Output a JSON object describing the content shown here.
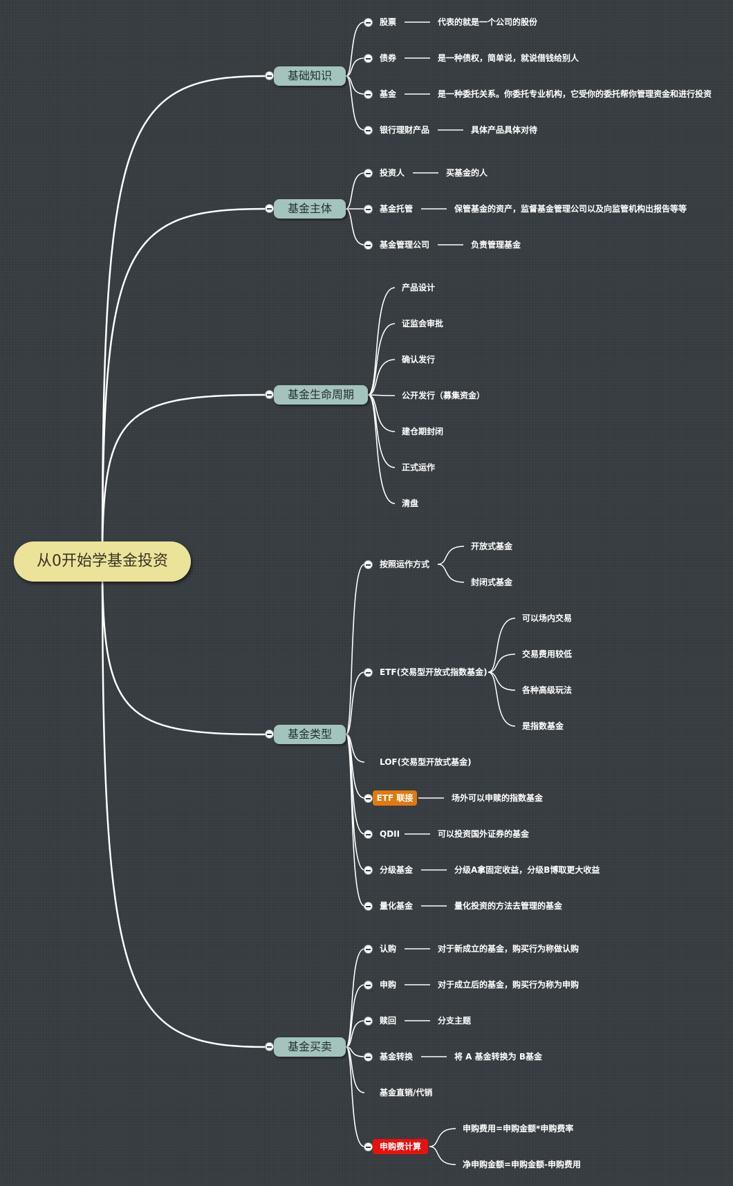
{
  "root": "从0开始学基金投资",
  "sections": {
    "basics": {
      "title": "基础知识",
      "stocks": {
        "label": "股票",
        "note": "代表的就是一个公司的股份"
      },
      "bonds": {
        "label": "债券",
        "note": "是一种债权，简单说，就说借钱给别人"
      },
      "fund": {
        "label": "基金",
        "note": "是一种委托关系。你委托专业机构，它受你的委托帮你管理资金和进行投资"
      },
      "bank": {
        "label": "银行理财产品",
        "note": "具体产品具体对待"
      }
    },
    "parties": {
      "title": "基金主体",
      "investor": {
        "label": "投资人",
        "note": "买基金的人"
      },
      "custodian": {
        "label": "基金托管",
        "note": "保管基金的资产，监督基金管理公司以及向监管机构出报告等等"
      },
      "manager": {
        "label": "基金管理公司",
        "note": "负责管理基金"
      }
    },
    "lifecycle": {
      "title": "基金生命周期",
      "steps": [
        "产品设计",
        "证监会审批",
        "确认发行",
        "公开发行（募集资金）",
        "建仓期封闭",
        "正式运作",
        "清盘"
      ]
    },
    "types": {
      "title": "基金类型",
      "by_operation": {
        "label": "按照运作方式",
        "children": [
          "开放式基金",
          "封闭式基金"
        ]
      },
      "etf": {
        "label": "ETF(交易型开放式指数基金)",
        "children": [
          "可以场内交易",
          "交易费用较低",
          "各种高级玩法",
          "是指数基金"
        ]
      },
      "lof": {
        "label": "LOF(交易型开放式基金)"
      },
      "etf_link": {
        "label": "ETF 联接",
        "note": "场外可以申赎的指数基金",
        "color": "#e07a10"
      },
      "qdii": {
        "label": "QDII",
        "note": "可以投资国外证券的基金"
      },
      "graded": {
        "label": "分级基金",
        "note": "分级A拿固定收益，分级B博取更大收益"
      },
      "quant": {
        "label": "量化基金",
        "note": "量化投资的方法去管理的基金"
      }
    },
    "trading": {
      "title": "基金买卖",
      "subscribe": {
        "label": "认购",
        "note": "对于新成立的基金，购买行为称做认购"
      },
      "purchase": {
        "label": "申购",
        "note": "对于成立后的基金，购买行为称为申购"
      },
      "redeem": {
        "label": "赎回",
        "note": "分支主题"
      },
      "convert": {
        "label": "基金转换",
        "note": "将 A 基金转换为 B基金"
      },
      "direct": {
        "label": "基金直销/代销"
      },
      "fee_calc": {
        "label": "申购费计算",
        "color": "#e8110f",
        "children": [
          "申购费用=申购金额*申购费率",
          "净申购金额=申购金额-申购费用"
        ]
      }
    }
  },
  "colors": {
    "line": "#ffffff",
    "root": "#ece39b",
    "branch": "#a3c3bd"
  }
}
